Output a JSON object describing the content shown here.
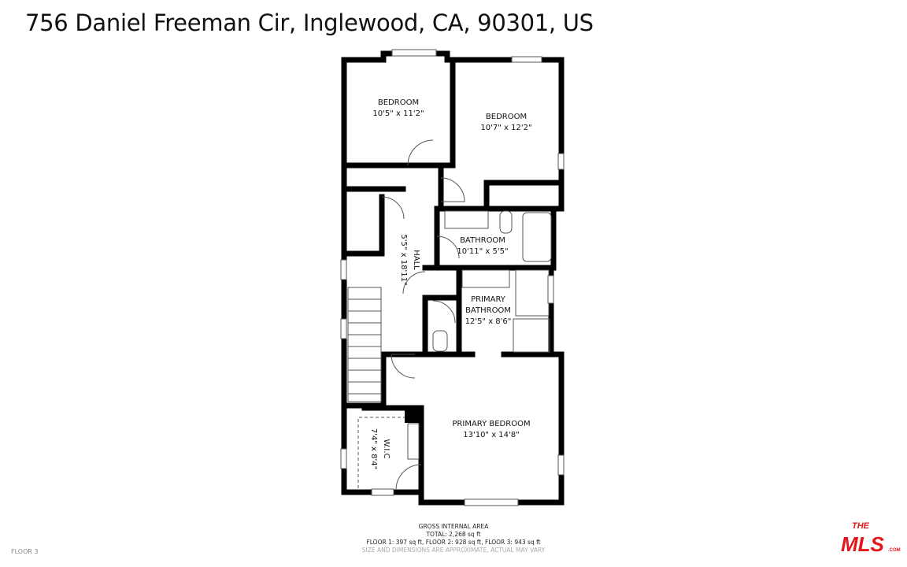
{
  "address": "756 Daniel Freeman Cir, Inglewood, CA, 90301, US",
  "rooms": [
    {
      "name": "BEDROOM",
      "dims": "10'5\" x 11'2\""
    },
    {
      "name": "BEDROOM",
      "dims": "10'7\" x 12'2\""
    },
    {
      "name": "HALL",
      "dims": "5'5\" x 18'11\""
    },
    {
      "name": "BATHROOM",
      "dims": "10'11\" x 5'5\""
    },
    {
      "name": "PRIMARY",
      "name2": "BATHROOM",
      "dims": "12'5\" x 8'6\""
    },
    {
      "name": "PRIMARY BEDROOM",
      "dims": "13'10\" x 14'8\""
    },
    {
      "name": "W.I.C",
      "dims": "7'4\" x 8'4\""
    }
  ],
  "footer": {
    "heading": "GROSS INTERNAL AREA",
    "total": "TOTAL: 2,268 sq ft",
    "floors": "FLOOR 1: 397 sq ft, FLOOR 2: 928 sq ft, FLOOR 3: 943 sq ft",
    "disclaimer": "SIZE AND DIMENSIONS ARE APPROXIMATE, ACTUAL MAY VARY"
  },
  "floor_label": "FLOOR 3",
  "logo": {
    "text": "THE MLS .COM",
    "color": "#e3161b"
  }
}
